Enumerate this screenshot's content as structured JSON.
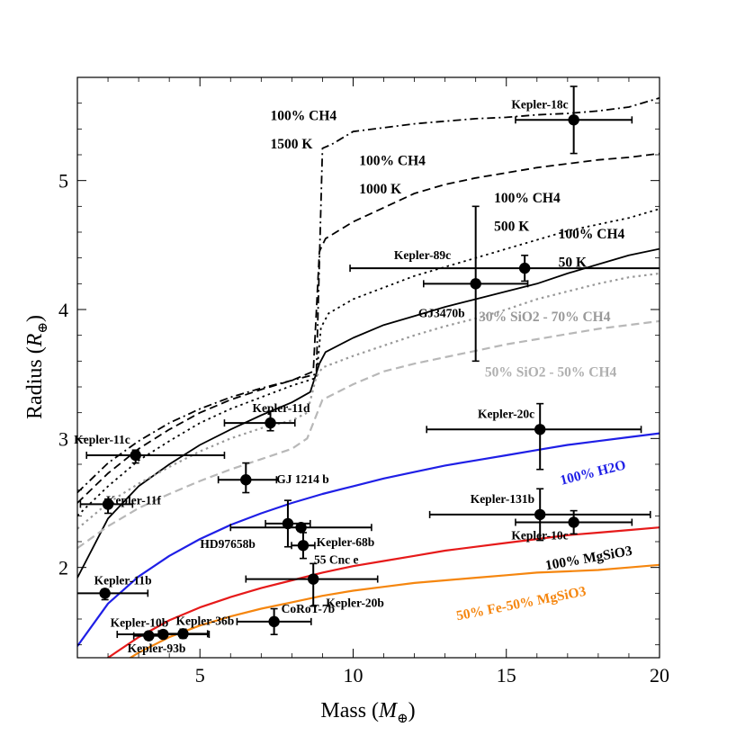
{
  "chart_data": {
    "type": "scatter",
    "xlabel": "Mass",
    "xlabel_unit": "M",
    "ylabel": "Radius",
    "ylabel_unit": "R",
    "unit_symbol": "⊕",
    "xlim": [
      1,
      20
    ],
    "ylim": [
      1.3,
      5.8
    ],
    "xticks": [
      5,
      10,
      15,
      20
    ],
    "yticks": [
      2,
      3,
      4,
      5
    ],
    "grid": false,
    "planets": [
      {
        "name": "Kepler-18c",
        "x": 17.2,
        "y": 5.47,
        "xerr": [
          1.9,
          1.9
        ],
        "yerr": [
          0.26,
          0.26
        ]
      },
      {
        "name": "Kepler-89c",
        "x": 15.6,
        "y": 4.32,
        "xerr": [
          5.7,
          5.7
        ],
        "yerr": [
          0.1,
          0.1
        ]
      },
      {
        "name": "GJ3470b",
        "x": 14.0,
        "y": 4.2,
        "xerr": [
          1.7,
          1.7
        ],
        "yerr": [
          0.6,
          0.6
        ]
      },
      {
        "name": "Kepler-11d",
        "x": 7.3,
        "y": 3.12,
        "xerr": [
          1.5,
          0.8
        ],
        "yerr": [
          0.06,
          0.09
        ]
      },
      {
        "name": "Kepler-11c",
        "x": 2.9,
        "y": 2.87,
        "xerr": [
          1.6,
          2.9
        ],
        "yerr": [
          0.06,
          0.04
        ]
      },
      {
        "name": "Kepler-20c",
        "x": 16.1,
        "y": 3.07,
        "xerr": [
          3.7,
          3.3
        ],
        "yerr": [
          0.31,
          0.2
        ]
      },
      {
        "name": "GJ 1214 b",
        "x": 6.5,
        "y": 2.68,
        "xerr": [
          0.9,
          1.0
        ],
        "yerr": [
          0.1,
          0.13
        ]
      },
      {
        "name": "Kepler-11f",
        "x": 2.0,
        "y": 2.49,
        "xerr": [
          0.9,
          0.8
        ],
        "yerr": [
          0.07,
          0.04
        ]
      },
      {
        "name": "HD97658b",
        "x": 7.87,
        "y": 2.34,
        "xerr": [
          0.73,
          0.73
        ],
        "yerr": [
          0.18,
          0.18
        ]
      },
      {
        "name": "Kepler-68b",
        "x": 8.3,
        "y": 2.31,
        "xerr": [
          2.3,
          2.3
        ],
        "yerr": [
          0.03,
          0.03
        ]
      },
      {
        "name": "55 Cnc e",
        "x": 8.37,
        "y": 2.17,
        "xerr": [
          0.38,
          0.38
        ],
        "yerr": [
          0.1,
          0.1
        ]
      },
      {
        "name": "Kepler-131b",
        "x": 16.1,
        "y": 2.41,
        "xerr": [
          3.6,
          3.6
        ],
        "yerr": [
          0.2,
          0.2
        ]
      },
      {
        "name": "Kepler-10c",
        "x": 17.2,
        "y": 2.35,
        "xerr": [
          1.9,
          1.9
        ],
        "yerr": [
          0.09,
          0.09
        ]
      },
      {
        "name": "Kepler-20b",
        "x": 8.7,
        "y": 1.91,
        "xerr": [
          2.2,
          2.1
        ],
        "yerr": [
          0.21,
          0.12
        ]
      },
      {
        "name": "Kepler-11b",
        "x": 1.9,
        "y": 1.8,
        "xerr": [
          1.0,
          1.4
        ],
        "yerr": [
          0.05,
          0.03
        ]
      },
      {
        "name": "CoRoT-7b",
        "x": 7.42,
        "y": 1.58,
        "xerr": [
          1.21,
          1.21
        ],
        "yerr": [
          0.1,
          0.1
        ]
      },
      {
        "name": "Kepler-36b",
        "x": 4.45,
        "y": 1.486,
        "xerr": [
          0.8,
          0.8
        ],
        "yerr": [
          0.035,
          0.035
        ]
      },
      {
        "name": "Kepler-10b",
        "x": 3.33,
        "y": 1.47,
        "xerr": [
          0.49,
          0.49
        ],
        "yerr": [
          0.03,
          0.03
        ]
      },
      {
        "name": "Kepler-93b",
        "x": 3.8,
        "y": 1.481,
        "xerr": [
          1.5,
          1.5
        ],
        "yerr": [
          0.019,
          0.019
        ]
      }
    ],
    "series": [
      {
        "name": "100% CH4 1500 K",
        "color": "#000000",
        "dash": "dashdot",
        "x": [
          1,
          2,
          3,
          4,
          5,
          6,
          7,
          8,
          8.8,
          9.0,
          9.3,
          10,
          11,
          12,
          13,
          14,
          15,
          16,
          17,
          18,
          19,
          20
        ],
        "y": [
          2.58,
          2.81,
          2.98,
          3.12,
          3.23,
          3.32,
          3.39,
          3.45,
          3.5,
          5.25,
          5.28,
          5.38,
          5.41,
          5.44,
          5.46,
          5.48,
          5.49,
          5.51,
          5.52,
          5.54,
          5.57,
          5.64
        ]
      },
      {
        "name": "100% CH4 1000 K",
        "color": "#000000",
        "dash": "dashed",
        "x": [
          1,
          2,
          3,
          4,
          5,
          6,
          7,
          8,
          8.7,
          8.9,
          9.1,
          10,
          11,
          12,
          13,
          14,
          15,
          16,
          17,
          18,
          19,
          20
        ],
        "y": [
          2.5,
          2.73,
          2.92,
          3.07,
          3.2,
          3.3,
          3.38,
          3.45,
          3.52,
          4.45,
          4.55,
          4.68,
          4.79,
          4.9,
          4.97,
          5.02,
          5.06,
          5.1,
          5.13,
          5.16,
          5.18,
          5.21
        ]
      },
      {
        "name": "100% CH4 500 K",
        "color": "#000000",
        "dash": "dotted",
        "x": [
          1,
          2,
          3,
          4,
          5,
          6,
          7,
          8,
          8.8,
          8.95,
          9.2,
          10,
          11,
          12,
          13,
          14,
          15,
          16,
          17,
          18,
          19,
          20
        ],
        "y": [
          2.4,
          2.63,
          2.83,
          2.98,
          3.12,
          3.23,
          3.32,
          3.41,
          3.47,
          3.86,
          3.97,
          4.08,
          4.17,
          4.26,
          4.33,
          4.4,
          4.47,
          4.54,
          4.61,
          4.66,
          4.71,
          4.78
        ]
      },
      {
        "name": "100% CH4 50 K",
        "color": "#000000",
        "dash": "solid",
        "x": [
          1,
          2,
          3,
          4,
          5,
          6,
          7,
          8,
          8.6,
          8.9,
          9.1,
          10,
          11,
          12,
          13,
          14,
          15,
          16,
          17,
          18,
          19,
          20
        ],
        "y": [
          1.92,
          2.38,
          2.63,
          2.8,
          2.95,
          3.07,
          3.18,
          3.28,
          3.36,
          3.58,
          3.67,
          3.78,
          3.88,
          3.95,
          4.02,
          4.08,
          4.14,
          4.2,
          4.28,
          4.35,
          4.42,
          4.47
        ]
      },
      {
        "name": "30% SiO2 - 70% CH4",
        "color": "#999999",
        "dash": "dotted",
        "x": [
          1,
          2,
          3,
          4,
          5,
          6,
          7,
          8,
          8.5,
          8.8,
          9.0,
          10,
          11,
          12,
          13,
          14,
          15,
          16,
          17,
          18,
          19,
          20
        ],
        "y": [
          2.3,
          2.5,
          2.65,
          2.78,
          2.9,
          3.0,
          3.08,
          3.14,
          3.2,
          3.48,
          3.55,
          3.64,
          3.72,
          3.8,
          3.87,
          3.93,
          4.0,
          4.08,
          4.14,
          4.2,
          4.25,
          4.28
        ]
      },
      {
        "name": "50% SiO2 - 50% CH4",
        "color": "#b8b8b8",
        "dash": "dashed",
        "x": [
          1,
          2,
          3,
          4,
          5,
          6,
          7,
          8,
          8.5,
          9,
          10,
          11,
          12,
          13,
          14,
          15,
          16,
          17,
          18,
          19,
          20
        ],
        "y": [
          2.15,
          2.32,
          2.46,
          2.57,
          2.67,
          2.76,
          2.84,
          2.92,
          3.0,
          3.3,
          3.42,
          3.52,
          3.58,
          3.63,
          3.68,
          3.73,
          3.77,
          3.81,
          3.85,
          3.88,
          3.91
        ]
      },
      {
        "name": "100% H2O",
        "color": "#1f1fe6",
        "dash": "solid",
        "x": [
          1,
          2,
          3,
          4,
          5,
          6,
          7,
          8,
          9,
          10,
          11,
          12,
          13,
          14,
          15,
          16,
          17,
          18,
          19,
          20
        ],
        "y": [
          1.39,
          1.72,
          1.93,
          2.09,
          2.22,
          2.33,
          2.42,
          2.5,
          2.57,
          2.63,
          2.69,
          2.74,
          2.79,
          2.83,
          2.87,
          2.91,
          2.95,
          2.98,
          3.01,
          3.04
        ]
      },
      {
        "name": "100% MgSiO3",
        "color": "#e61a1a",
        "dash": "solid",
        "x": [
          1,
          2,
          3,
          4,
          5,
          6,
          7,
          8,
          9,
          10,
          11,
          12,
          13,
          14,
          15,
          16,
          17,
          18,
          19,
          20
        ],
        "y": [
          1.04,
          1.3,
          1.46,
          1.59,
          1.69,
          1.77,
          1.84,
          1.9,
          1.96,
          2.01,
          2.05,
          2.09,
          2.13,
          2.16,
          2.19,
          2.22,
          2.25,
          2.27,
          2.29,
          2.31
        ]
      },
      {
        "name": "50% Fe-50% MgSiO3",
        "color": "#f5860f",
        "dash": "solid",
        "x": [
          1,
          2,
          3,
          4,
          5,
          6,
          7,
          8,
          9,
          10,
          11,
          12,
          13,
          14,
          15,
          16,
          17,
          18,
          19,
          20
        ],
        "y": [
          0.95,
          1.19,
          1.34,
          1.46,
          1.55,
          1.62,
          1.68,
          1.73,
          1.78,
          1.82,
          1.85,
          1.88,
          1.9,
          1.92,
          1.94,
          1.96,
          1.97,
          1.98,
          2.0,
          2.02
        ]
      }
    ],
    "annotations": [
      {
        "name": "ch4-1500-line1",
        "text": "100% CH4",
        "x": 7.3,
        "y": 5.47,
        "color": "#000000"
      },
      {
        "name": "ch4-1500-line2",
        "text": "1500 K",
        "x": 7.3,
        "y": 5.25,
        "color": "#000000"
      },
      {
        "name": "ch4-1000-line1",
        "text": "100% CH4",
        "x": 10.2,
        "y": 5.12,
        "color": "#000000"
      },
      {
        "name": "ch4-1000-line2",
        "text": "1000 K",
        "x": 10.2,
        "y": 4.9,
        "color": "#000000"
      },
      {
        "name": "ch4-500-line1",
        "text": "100% CH4",
        "x": 14.6,
        "y": 4.83,
        "color": "#000000"
      },
      {
        "name": "ch4-500-line2",
        "text": "500 K",
        "x": 14.6,
        "y": 4.61,
        "color": "#000000"
      },
      {
        "name": "ch4-50-line1",
        "text": "100% CH4",
        "x": 16.7,
        "y": 4.55,
        "color": "#000000"
      },
      {
        "name": "ch4-50-line2",
        "text": "50 K",
        "x": 16.7,
        "y": 4.33,
        "color": "#000000"
      },
      {
        "name": "sio2-30-label",
        "text": "30% SiO2 - 70% CH4",
        "x": 14.1,
        "y": 3.91,
        "color": "#999999"
      },
      {
        "name": "sio2-50-label",
        "text": "50% SiO2 - 50% CH4",
        "x": 14.3,
        "y": 3.48,
        "color": "#b0b0b0"
      },
      {
        "name": "h2o-label",
        "text": "100% H2O",
        "x": 16.8,
        "y": 2.64,
        "color": "#1f1fe6",
        "rotate": -14
      },
      {
        "name": "mgsio3-label",
        "text": "100% MgSiO3",
        "x": 16.3,
        "y": 1.98,
        "color": "#000000",
        "rotate": -10
      },
      {
        "name": "fe-mgsio3-label",
        "text": "50% Fe-50% MgSiO3",
        "x": 13.4,
        "y": 1.59,
        "color": "#f5860f",
        "rotate": -11
      }
    ]
  }
}
